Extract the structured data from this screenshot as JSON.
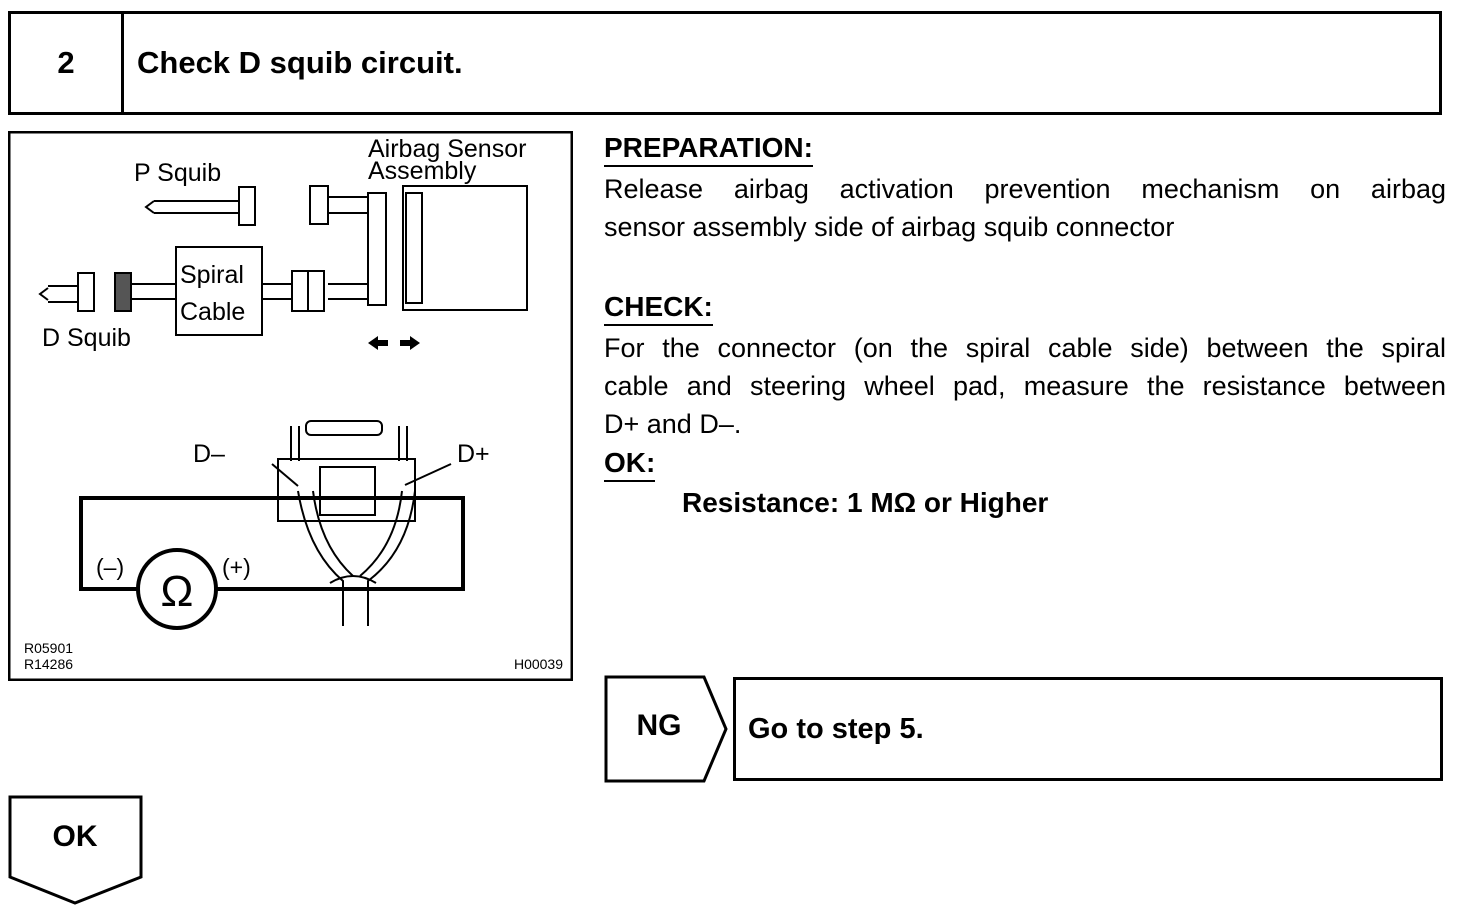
{
  "step": {
    "number": "2",
    "title": "Check D squib circuit."
  },
  "figure": {
    "label_p_squib": "P Squib",
    "label_airbag_sensor_line1": "Airbag Sensor",
    "label_airbag_sensor_line2": "Assembly",
    "label_spiral_line1": "Spiral",
    "label_spiral_line2": "Cable",
    "label_d_squib": "D Squib",
    "label_d_minus": "D–",
    "label_d_plus": "D+",
    "label_meter_minus": "(–)",
    "label_meter_plus": "(+)",
    "meter_symbol": "Ω",
    "code_1": "R05901",
    "code_2": "R14286",
    "code_3": "H00039"
  },
  "preparation": {
    "heading": "PREPARATION:",
    "line1": "Release airbag activation prevention mechanism on airbag",
    "line2": "sensor assembly side of airbag squib connector"
  },
  "check": {
    "heading": "CHECK:",
    "line1": "For the connector (on the spiral cable side) between the spiral",
    "line2": "cable and steering wheel pad, measure the resistance between",
    "line3": "D+ and D–."
  },
  "ok_spec": {
    "heading": "OK:",
    "value": "Resistance: 1 MΩ  or Higher"
  },
  "ng": {
    "label": "NG",
    "action": "Go to step 5."
  },
  "ok_branch": {
    "label": "OK"
  }
}
